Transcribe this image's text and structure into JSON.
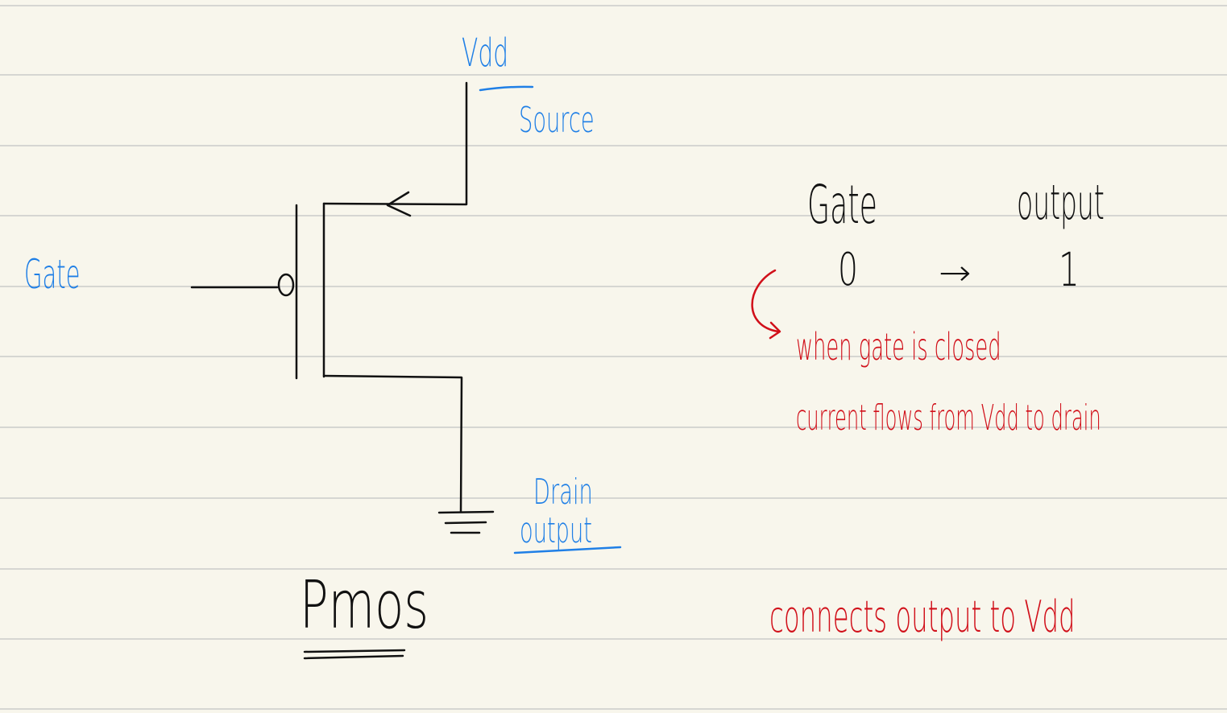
{
  "labels": {
    "vdd": "Vdd",
    "source": "Source",
    "gate_left": "Gate",
    "drain": "Drain",
    "drain_output": "output",
    "title": "Pmos"
  },
  "truth_table": {
    "header_gate": "Gate",
    "header_output": "output",
    "gate_value": "0",
    "arrow": "→",
    "output_value": "1"
  },
  "notes": {
    "line1": "when gate is closed",
    "line2": "current flows from Vdd to drain",
    "summary": "connects output to Vdd"
  },
  "colors": {
    "paper": "#f8f6ec",
    "rule": "#d6d6d2",
    "ink_black": "#111111",
    "ink_blue": "#1f7fe6",
    "ink_red": "#d1101a"
  }
}
